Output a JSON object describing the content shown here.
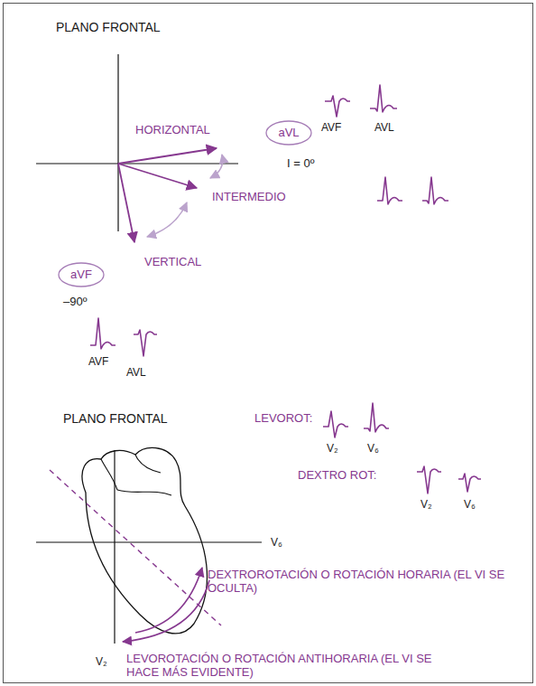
{
  "diagram": {
    "nodes": [
      {
        "text": [
          "aVL"
        ]
      },
      {
        "text": [
          "aVF"
        ]
      }
    ],
    "labels": [
      "PLANO FRONTAL",
      "HORIZONTAL",
      "AVF",
      "AVL",
      "I = 0º",
      "INTERMEDIO",
      "VERTICAL",
      "–90º",
      "AVF",
      "AVL",
      "PLANO FRONTAL",
      "LEVOROT:",
      "V₂",
      "V₆",
      "DEXTRO ROT:",
      "V₂",
      "V₆",
      "V₆",
      "DEXTROROTACIÓN O ROTACIÓN HORARIA (EL VI SE OCULTA)",
      "V₂",
      "LEVOROTACIÓN O ROTACIÓN ANTIHORARIA (EL VI SE HACE MÁS EVIDENTE)"
    ]
  }
}
